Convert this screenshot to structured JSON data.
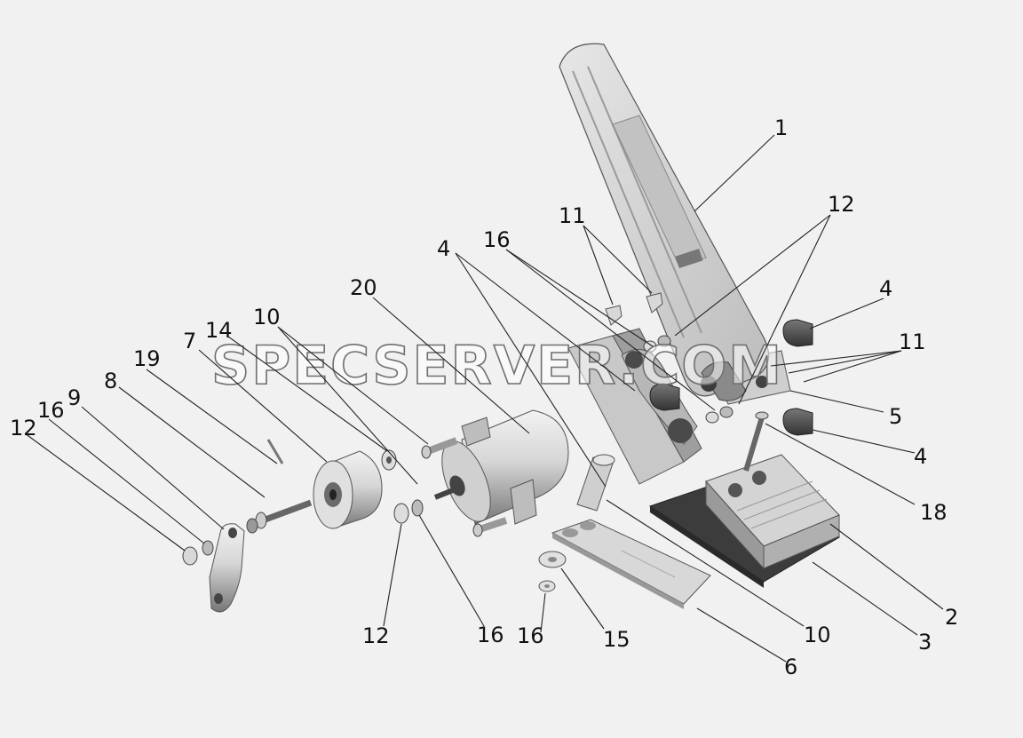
{
  "watermark": "SPECSERVER.COM",
  "callouts": {
    "c1": "1",
    "c2": "2",
    "c3": "3",
    "c4_top": "4",
    "c4_right_top": "4",
    "c4_right_bottom": "4",
    "c5": "5",
    "c6": "6",
    "c7": "7",
    "c8": "8",
    "c9": "9",
    "c10_top": "10",
    "c10_bottom": "10",
    "c11_top": "11",
    "c11_right": "11",
    "c12_top": "12",
    "c12_left": "12",
    "c12_bottom": "12",
    "c14": "14",
    "c15": "15",
    "c16_top": "16",
    "c16_left": "16",
    "c16_bottom_mid": "16",
    "c16_bottom_right": "16",
    "c18": "18",
    "c19": "19",
    "c20": "20"
  },
  "colors": {
    "background": "#f1f1f1",
    "part_light": "#e2e2e2",
    "part_mid": "#bdbdbd",
    "part_dark": "#4a4a4a",
    "line": "#222222"
  }
}
